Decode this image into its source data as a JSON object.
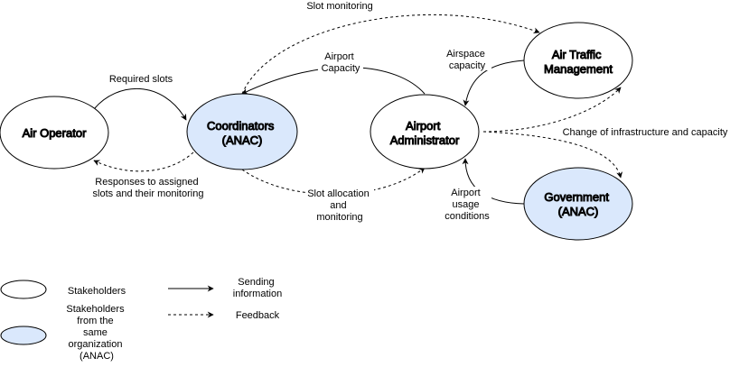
{
  "colors": {
    "stroke": "#000000",
    "plain_fill": "#ffffff",
    "anac_fill": "#dae8fc"
  },
  "nodes": {
    "air_operator": {
      "label": [
        "Air Operator"
      ]
    },
    "coordinators": {
      "label": [
        "Coordinators",
        "(ANAC)"
      ]
    },
    "airport_administrator": {
      "label": [
        "Airport",
        "Administrator"
      ]
    },
    "air_traffic_management": {
      "label": [
        "Air Traffic",
        "Management"
      ]
    },
    "government": {
      "label": [
        "Government",
        "(ANAC)"
      ]
    }
  },
  "edges": {
    "slot_monitoring": {
      "label": [
        "Slot monitoring"
      ],
      "style": "dashed"
    },
    "required_slots": {
      "label": [
        "Required slots"
      ],
      "style": "solid"
    },
    "responses": {
      "label": [
        "Responses to assigned",
        "slots and their monitoring"
      ],
      "style": "dashed"
    },
    "airport_capacity": {
      "label": [
        "Airport",
        "Capacity"
      ],
      "style": "solid"
    },
    "slot_allocation": {
      "label": [
        "Slot allocation",
        "and",
        "monitoring"
      ],
      "style": "dashed"
    },
    "airspace_capacity": {
      "label": [
        "Airspace",
        "capacity"
      ],
      "style": "solid"
    },
    "change_infrastructure": {
      "label": [
        "Change of infrastructure and capacity"
      ],
      "style": "dashed"
    },
    "usage_conditions": {
      "label": [
        "Airport",
        "usage",
        "conditions"
      ],
      "style": "solid"
    }
  },
  "legend": {
    "stakeholders": [
      "Stakeholders"
    ],
    "same_org": [
      "Stakeholders",
      "from the",
      "same",
      "organization",
      "(ANAC)"
    ],
    "sending": [
      "Sending",
      "information"
    ],
    "feedback": [
      "Feedback"
    ]
  }
}
